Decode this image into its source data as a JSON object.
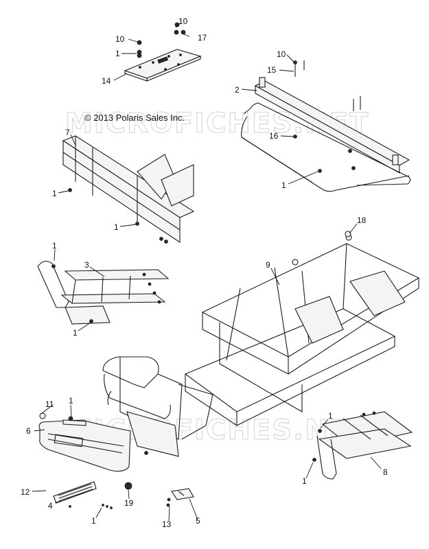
{
  "copyright": "© 2013 Polaris Sales Inc.",
  "watermark": "MICROFICHES.NET",
  "callouts": {
    "c10a": "10",
    "c17": "17",
    "c10b": "10",
    "c1a": "1",
    "c14": "14",
    "c10c": "10",
    "c15": "15",
    "c2": "2",
    "c16": "16",
    "c1b": "1",
    "c7": "7",
    "c1c": "1",
    "c1d": "1",
    "c18": "18",
    "c1e": "1",
    "c3": "3",
    "c9": "9",
    "c1f": "1",
    "c11": "11",
    "c1g": "1",
    "c6": "6",
    "c1h": "1",
    "c8": "8",
    "c1i": "1",
    "c12": "12",
    "c4": "4",
    "c19": "19",
    "c1j": "1",
    "c13": "13",
    "c5": "5"
  }
}
